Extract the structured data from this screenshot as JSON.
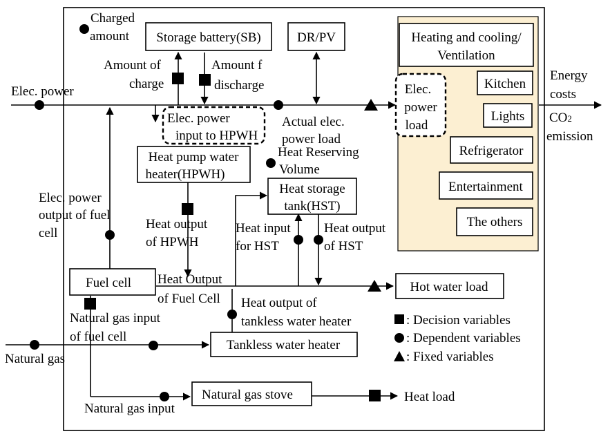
{
  "colors": {
    "panel": "#FCEFD2",
    "stroke": "#000000",
    "background": "#ffffff"
  },
  "nodes": {
    "storage_battery": "Storage battery(SB)",
    "dr_pv": "DR/PV",
    "hvac": [
      "Heating and cooling/",
      "Ventilation"
    ],
    "kitchen": "Kitchen",
    "lights": "Lights",
    "refrigerator": "Refrigerator",
    "entertainment": "Entertainment",
    "others": "The others",
    "elec_power_load": [
      "Elec.",
      "power",
      "load"
    ],
    "elec_input_hpwh": [
      "Elec. power",
      "input to HPWH"
    ],
    "hpwh": [
      "Heat pump water",
      "heater(HPWH)"
    ],
    "hst": [
      "Heat storage",
      "tank(HST)"
    ],
    "fuel_cell": "Fuel cell",
    "hot_water_load": "Hot water load",
    "tankless": "Tankless water heater",
    "gas_stove": "Natural gas stove"
  },
  "labels": {
    "charged_amount": [
      "Charged",
      "amount"
    ],
    "amount_charge": [
      "Amount of",
      "charge"
    ],
    "amount_discharge": [
      "Amount f",
      "discharge"
    ],
    "elec_power": "Elec. power",
    "actual_load": [
      "Actual elec.",
      "power load"
    ],
    "energy_costs": [
      "Energy",
      "costs"
    ],
    "co2": [
      "CO",
      "2",
      " emission"
    ],
    "heat_reserving": [
      "Heat Reserving",
      "Volume"
    ],
    "fc_elec_output": [
      "Elec. power",
      "output of fuel",
      "cell"
    ],
    "heat_output_hpwh": [
      "Heat output",
      "of HPWH"
    ],
    "heat_input_hst": [
      "Heat input",
      "for HST"
    ],
    "heat_output_hst": [
      "Heat output",
      "of HST"
    ],
    "heat_output_fc": [
      "Heat Output",
      "of Fuel Cell"
    ],
    "heat_output_tankless": [
      "Heat output of",
      "tankless water heater"
    ],
    "ng_input_fc": [
      "Natural gas input",
      "of fuel cell"
    ],
    "natural_gas": "Natural gas",
    "ng_input": "Natural gas input",
    "heat_load": "Heat load"
  },
  "legend": {
    "decision": ": Decision variables",
    "dependent": ": Dependent variables",
    "fixed": ": Fixed variables"
  }
}
